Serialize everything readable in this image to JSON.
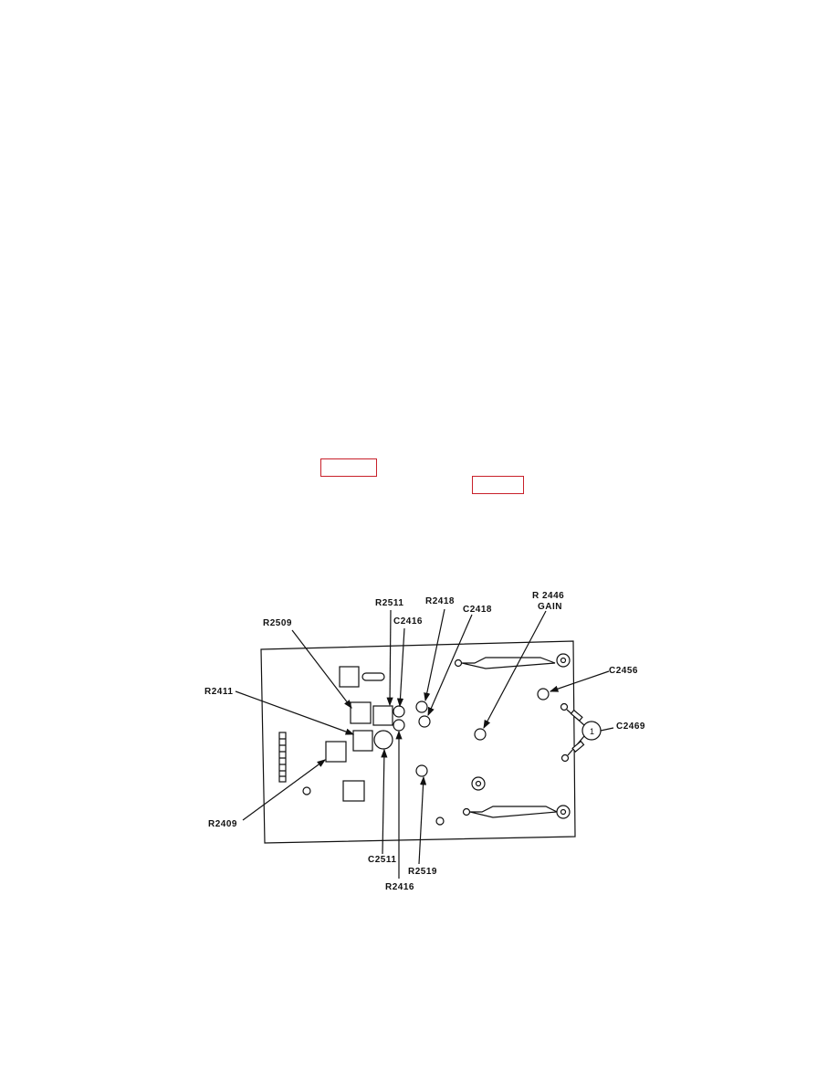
{
  "figure": {
    "labels": {
      "r2511": "R2511",
      "r2418": "R2418",
      "c2418": "C2418",
      "r2446": "R 2446",
      "gain": "GAIN",
      "r2509": "R2509",
      "c2416": "C2416",
      "c2456": "C2456",
      "c2469": "C2469",
      "r2411": "R2411",
      "r2409": "R2409",
      "c2511": "C2511",
      "r2519": "R2519",
      "r2416": "R2416"
    },
    "capacitor_marking": "1"
  },
  "colors": {
    "link_box": "#c8202a",
    "ink": "#111111"
  }
}
